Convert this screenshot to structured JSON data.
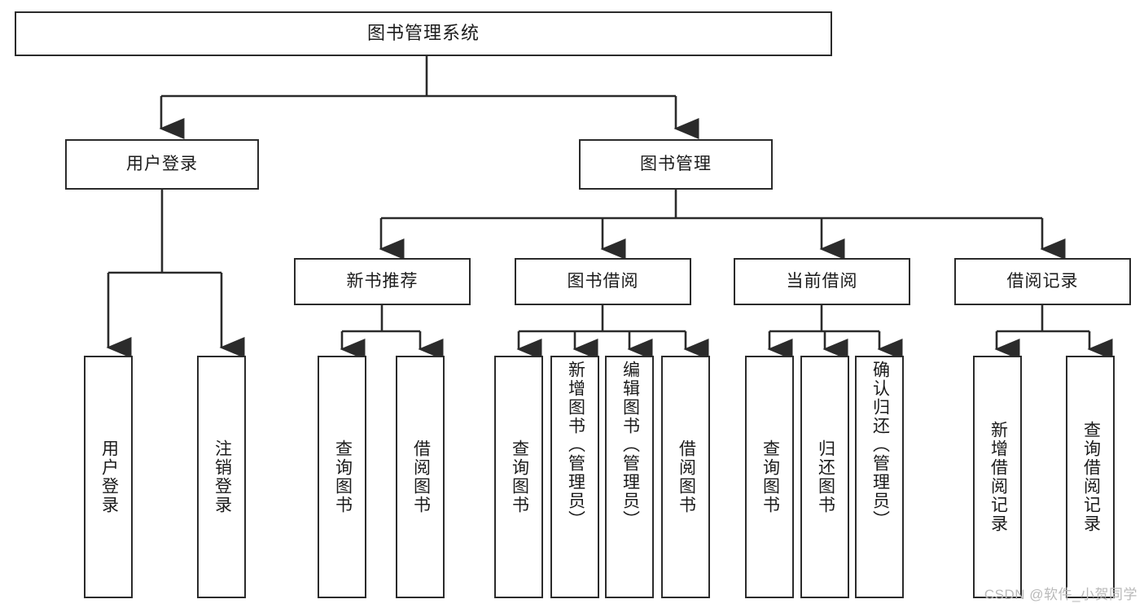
{
  "diagram": {
    "type": "tree-hierarchy-chart",
    "title": "图书管理系统",
    "line_color": "#2b2b2b",
    "box_fill": "#ffffff",
    "text_color": "#1b1b1b"
  },
  "root": {
    "label": "图书管理系统"
  },
  "level2": [
    {
      "label": "用户登录"
    },
    {
      "label": "图书管理"
    }
  ],
  "level3": [
    {
      "label": "新书推荐"
    },
    {
      "label": "图书借阅"
    },
    {
      "label": "当前借阅"
    },
    {
      "label": "借阅记录"
    }
  ],
  "leaves": {
    "user_login": [
      {
        "label": "用户登录"
      },
      {
        "label": "注销登录"
      }
    ],
    "new_book_recommend": [
      {
        "label": "查询图书"
      },
      {
        "label": "借阅图书"
      }
    ],
    "book_borrow": [
      {
        "label": "查询图书"
      },
      {
        "label": "新增图书（管理员）"
      },
      {
        "label": "编辑图书（管理员）"
      },
      {
        "label": "借阅图书"
      }
    ],
    "current_borrow": [
      {
        "label": "查询图书"
      },
      {
        "label": "归还图书"
      },
      {
        "label": "确认归还（管理员）"
      }
    ],
    "borrow_record": [
      {
        "label": "新增借阅记录"
      },
      {
        "label": "查询借阅记录"
      }
    ]
  },
  "watermark": {
    "text": "CSDN @软件_小贺同学"
  }
}
